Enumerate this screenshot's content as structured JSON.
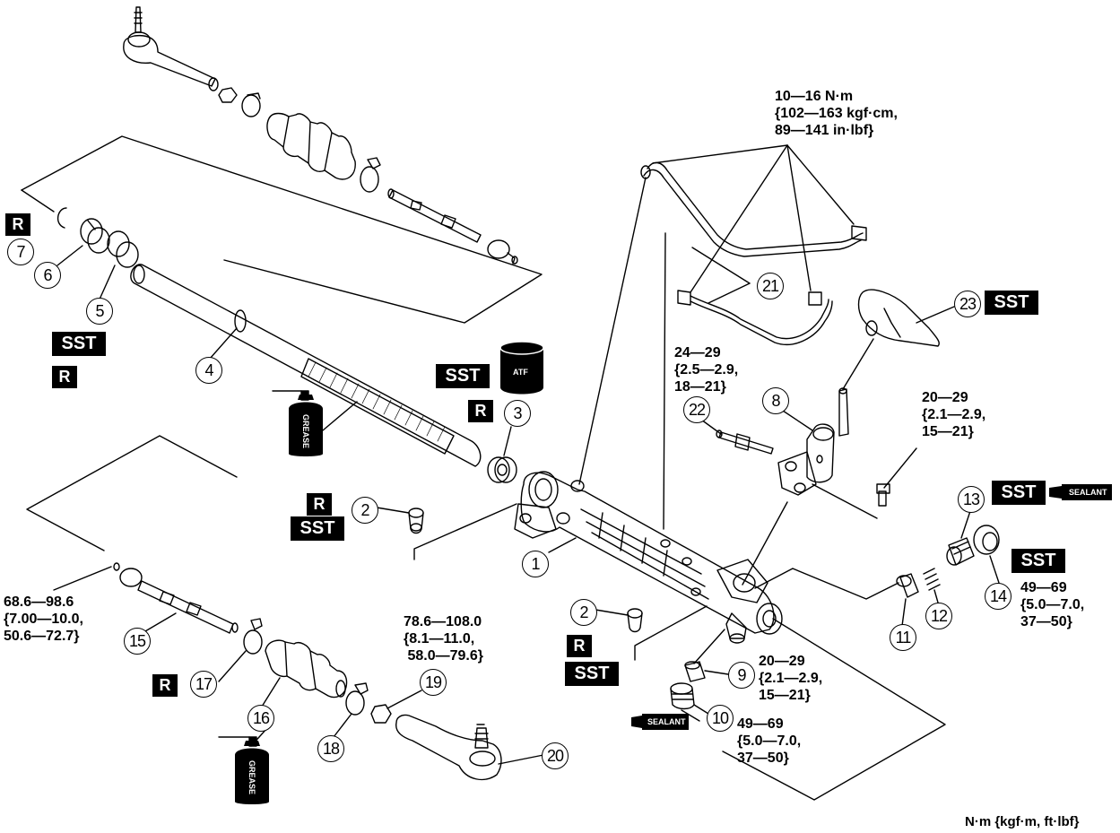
{
  "diagram": {
    "unit_note": "N·m {kgf·m, ft·lbf}",
    "callouts": [
      "1",
      "2",
      "2",
      "3",
      "4",
      "5",
      "6",
      "7",
      "8",
      "9",
      "10",
      "11",
      "12",
      "13",
      "14",
      "15",
      "16",
      "17",
      "18",
      "19",
      "20",
      "21",
      "22",
      "23"
    ],
    "torques": {
      "pipes": "10—16 N·m\n{102—163 kgf·cm,\n89—141 in·lbf}",
      "bolt22": "24—29\n{2.5—2.9,\n18—21}",
      "bolt_right": "20—29\n{2.1—2.9,\n15—21}",
      "plug14": "49—69\n{5.0—7.0,\n37—50}",
      "tie_rod15": "68.6—98.6\n{7.00—10.0,\n50.6—72.7}",
      "nut19": "78.6—108.0\n{8.1—11.0,\n 58.0—79.6}",
      "bolt9": "20—29\n{2.1—2.9,\n15—21}",
      "plug10": "49—69\n{5.0—7.0,\n37—50}"
    },
    "tags": {
      "r": "R",
      "sst": "SST",
      "atf": "ATF",
      "grease": "GREASE",
      "sealant": "SEALANT"
    }
  }
}
